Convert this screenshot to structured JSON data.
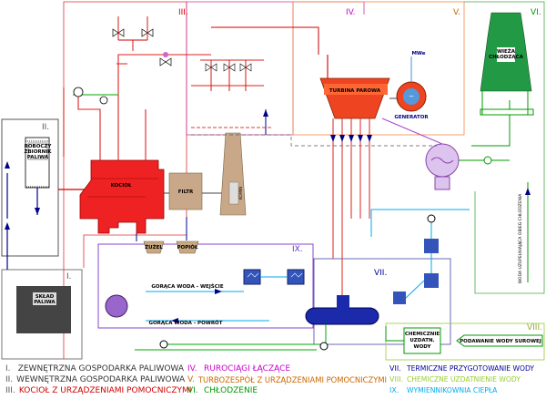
{
  "sections": {
    "s1": "I.",
    "s2": "II.",
    "s3": "III.",
    "s4": "IV.",
    "s5": "V.",
    "s6": "VI.",
    "s7": "VII.",
    "s8": "VIII.",
    "s9": "IX."
  },
  "components": {
    "fuel_tank": [
      "ROBOCZY",
      "ZBIORNIK",
      "PALIWA"
    ],
    "storage": [
      "SKŁAD",
      "PALIWA"
    ],
    "boiler": "KOCIOŁ",
    "filter": "FILTR",
    "chimney": "KOMIN",
    "slag": "ŻUŻEL",
    "ash": "POPIÓŁ",
    "turbine": "TURBINA PAROWA",
    "generator": "GENERATOR",
    "mwe": "MWe",
    "cooling_tower": [
      "WIEŻA",
      "CHŁODZĄCA"
    ],
    "hot_water_in": "GORĄCA WODA - WEJŚCIE",
    "hot_water_return": "GORĄCA WODA - POWRÓT",
    "chem_water": [
      "CHEMICZNIE",
      "UZDATN.",
      "WODY"
    ],
    "raw_water": "PODAWANIE WODY SUROWEJ",
    "cooling_water_supply": "WODA UZUPEŁNIAJĄCA OBIEG CHŁODZENIA"
  },
  "legend": {
    "left": [
      {
        "num": "I.",
        "text": "ZEWNĘTRZNA GOSPODARKA PALIWOWA",
        "color": "#333333"
      },
      {
        "num": "II.",
        "text": "WEWNĘTRZNA GOSPODARKA PALIWOWA",
        "color": "#333333"
      },
      {
        "num": "III.",
        "text": "KOCIOŁ Z URZĄDZENIAMI POMOCNICZYMI",
        "color": "#cc0000"
      }
    ],
    "middle": [
      {
        "num": "IV.",
        "text": "RUROCIĄGI ŁĄCZĄCE",
        "color": "#cc00cc"
      },
      {
        "num": "V.",
        "text": "TURBOZESPÓŁ Z URZĄDZENIAMI POMOCNICZYMI",
        "color": "#cc6600"
      },
      {
        "num": "VI.",
        "text": "CHŁODZENIE",
        "color": "#009900"
      }
    ],
    "right": [
      {
        "num": "VII.",
        "text": "TERMICZNE PRZYGOTOWANIE WODY",
        "color": "#000099"
      },
      {
        "num": "VIII.",
        "text": "CHEMICZNE UZDATNIENIE WODY",
        "color": "#99cc33"
      },
      {
        "num": "IX.",
        "text": "WYMIENNIKOWNIA CIEPŁA",
        "color": "#00aaee"
      }
    ]
  }
}
